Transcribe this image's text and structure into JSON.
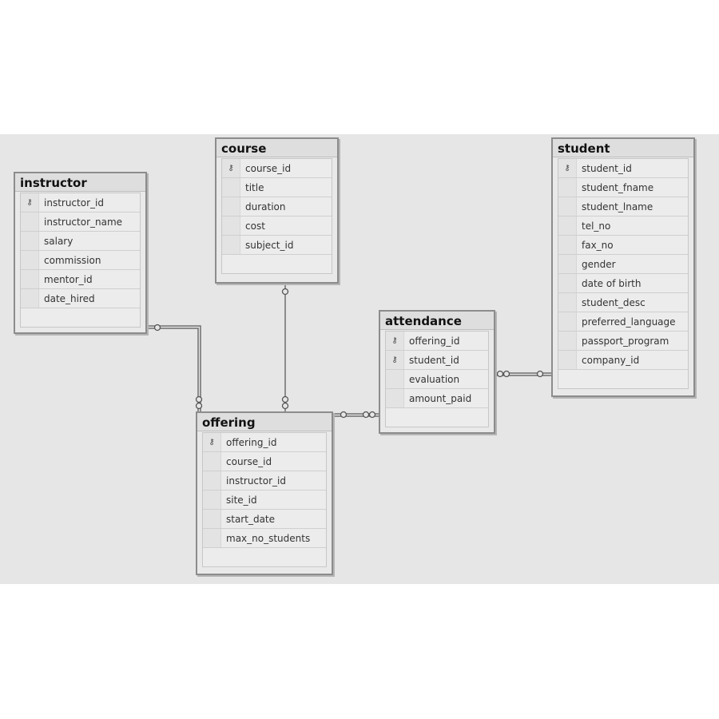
{
  "tables": {
    "instructor": {
      "title": "instructor",
      "columns": [
        {
          "name": "instructor_id",
          "pk": true
        },
        {
          "name": "instructor_name",
          "pk": false
        },
        {
          "name": "salary",
          "pk": false
        },
        {
          "name": "commission",
          "pk": false
        },
        {
          "name": "mentor_id",
          "pk": false
        },
        {
          "name": "date_hired",
          "pk": false
        }
      ]
    },
    "course": {
      "title": "course",
      "columns": [
        {
          "name": "course_id",
          "pk": true
        },
        {
          "name": "title",
          "pk": false
        },
        {
          "name": "duration",
          "pk": false
        },
        {
          "name": "cost",
          "pk": false
        },
        {
          "name": "subject_id",
          "pk": false
        }
      ]
    },
    "attendance": {
      "title": "attendance",
      "columns": [
        {
          "name": "offering_id",
          "pk": true
        },
        {
          "name": "student_id",
          "pk": true
        },
        {
          "name": "evaluation",
          "pk": false
        },
        {
          "name": "amount_paid",
          "pk": false
        }
      ]
    },
    "offering": {
      "title": "offering",
      "columns": [
        {
          "name": "offering_id",
          "pk": true
        },
        {
          "name": "course_id",
          "pk": false
        },
        {
          "name": "instructor_id",
          "pk": false
        },
        {
          "name": "site_id",
          "pk": false
        },
        {
          "name": "start_date",
          "pk": false
        },
        {
          "name": "max_no_students",
          "pk": false
        }
      ]
    },
    "student": {
      "title": "student",
      "columns": [
        {
          "name": "student_id",
          "pk": true
        },
        {
          "name": "student_fname",
          "pk": false
        },
        {
          "name": "student_lname",
          "pk": false
        },
        {
          "name": "tel_no",
          "pk": false
        },
        {
          "name": "fax_no",
          "pk": false
        },
        {
          "name": "gender",
          "pk": false
        },
        {
          "name": "date of birth",
          "pk": false
        },
        {
          "name": "student_desc",
          "pk": false
        },
        {
          "name": "preferred_language",
          "pk": false
        },
        {
          "name": "passport_program",
          "pk": false
        },
        {
          "name": "company_id",
          "pk": false
        }
      ]
    }
  },
  "relationships": [
    {
      "from": "instructor",
      "to": "offering"
    },
    {
      "from": "course",
      "to": "offering"
    },
    {
      "from": "offering",
      "to": "attendance"
    },
    {
      "from": "student",
      "to": "attendance"
    }
  ],
  "key_icon": "key-icon",
  "colors": {
    "canvas": "#e6e6e6",
    "border": "#8c8c8c",
    "line": "#6e6e6e"
  }
}
